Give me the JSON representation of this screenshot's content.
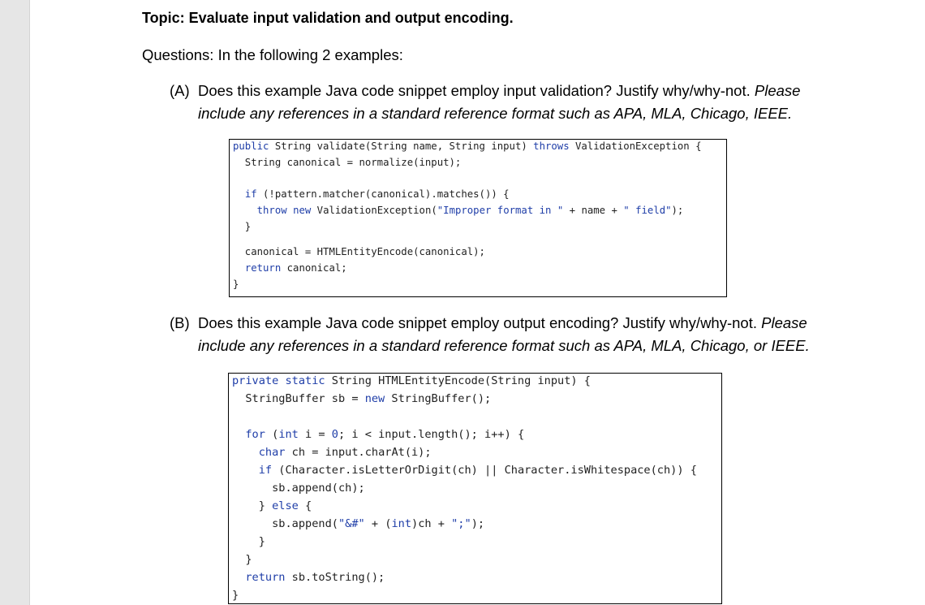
{
  "document": {
    "topic": "Topic: Evaluate input validation and output encoding.",
    "questions_intro": "Questions: In the following 2 examples:",
    "question_a": {
      "marker": "(A)",
      "line1_text": "Does this example Java code snippet employ input validation? Justify why/why-not. ",
      "line1_italic": "Please",
      "line2_italic": "include any references in a standard reference format such as APA, MLA, Chicago, IEEE."
    },
    "question_b": {
      "marker": "(B)",
      "line1_text": "Does this example Java code snippet employ output encoding?  Justify why/why-not. ",
      "line1_italic": "Please",
      "line2_italic": "include any references in a standard reference format such as APA, MLA, Chicago, or IEEE."
    }
  },
  "code_a": [
    [
      [
        "kw",
        "public"
      ],
      [
        "t",
        " String validate(String name, String input) "
      ],
      [
        "kw",
        "throws"
      ],
      [
        "t",
        " ValidationException {"
      ]
    ],
    [
      [
        "t",
        "  String canonical = normalize(input);"
      ]
    ],
    [],
    [
      [
        "t",
        "  "
      ],
      [
        "kw",
        "if"
      ],
      [
        "t",
        " (!pattern.matcher(canonical).matches()) {"
      ]
    ],
    [
      [
        "t",
        "    "
      ],
      [
        "kw",
        "throw"
      ],
      [
        "t",
        " "
      ],
      [
        "kw",
        "new"
      ],
      [
        "t",
        " ValidationException("
      ],
      [
        "str",
        "\"Improper format in \""
      ],
      [
        "t",
        " + name + "
      ],
      [
        "str",
        "\" field\""
      ],
      [
        "t",
        ");"
      ]
    ],
    [
      [
        "t",
        "  }"
      ]
    ],
    [],
    [
      [
        "t",
        "  canonical = HTMLEntityEncode(canonical);"
      ]
    ],
    [
      [
        "t",
        "  "
      ],
      [
        "kw",
        "return"
      ],
      [
        "t",
        " canonical;"
      ]
    ],
    [
      [
        "t",
        "}"
      ]
    ]
  ],
  "code_b": [
    [
      [
        "kw",
        "private"
      ],
      [
        "t",
        " "
      ],
      [
        "kw",
        "static"
      ],
      [
        "t",
        " String HTMLEntityEncode(String input) {"
      ]
    ],
    [
      [
        "t",
        "  StringBuffer sb = "
      ],
      [
        "kw",
        "new"
      ],
      [
        "t",
        " StringBuffer();"
      ]
    ],
    [],
    [
      [
        "t",
        "  "
      ],
      [
        "kw",
        "for"
      ],
      [
        "t",
        " ("
      ],
      [
        "kw",
        "int"
      ],
      [
        "t",
        " i = "
      ],
      [
        "kw",
        "0"
      ],
      [
        "t",
        "; i < input.length(); i++) {"
      ]
    ],
    [
      [
        "t",
        "    "
      ],
      [
        "kw",
        "char"
      ],
      [
        "t",
        " ch = input.charAt(i);"
      ]
    ],
    [
      [
        "t",
        "    "
      ],
      [
        "kw",
        "if"
      ],
      [
        "t",
        " (Character.isLetterOrDigit(ch) || Character.isWhitespace(ch)) {"
      ]
    ],
    [
      [
        "t",
        "      sb.append(ch);"
      ]
    ],
    [
      [
        "t",
        "    } "
      ],
      [
        "kw",
        "else"
      ],
      [
        "t",
        " {"
      ]
    ],
    [
      [
        "t",
        "      sb.append("
      ],
      [
        "str",
        "\"&#\""
      ],
      [
        "t",
        " + ("
      ],
      [
        "kw",
        "int"
      ],
      [
        "t",
        ")ch + "
      ],
      [
        "str",
        "\";\""
      ],
      [
        "t",
        ");"
      ]
    ],
    [
      [
        "t",
        "    }"
      ]
    ],
    [
      [
        "t",
        "  }"
      ]
    ],
    [
      [
        "t",
        "  "
      ],
      [
        "kw",
        "return"
      ],
      [
        "t",
        " sb.toString();"
      ]
    ],
    [
      [
        "t",
        "}"
      ]
    ]
  ]
}
